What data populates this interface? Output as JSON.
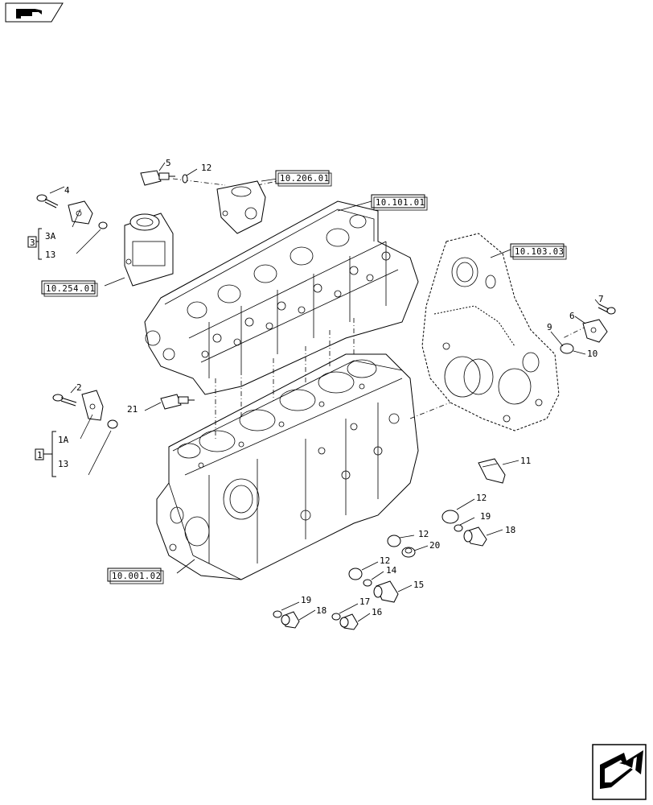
{
  "callouts": {
    "c2": "2",
    "c4": "4",
    "c5": "5",
    "c6": "6",
    "c7": "7",
    "c9": "9",
    "c10": "10",
    "c11": "11",
    "c12a": "12",
    "c12b": "12",
    "c12c": "12",
    "c12d": "12",
    "c13a": "13",
    "c13b": "13",
    "c14": "14",
    "c15": "15",
    "c16": "16",
    "c17": "17",
    "c18a": "18",
    "c18b": "18",
    "c19a": "19",
    "c19b": "19",
    "c20": "20",
    "c21": "21",
    "c1A": "1A",
    "c3A": "3A",
    "kit1": "1",
    "kit3": "3"
  },
  "references": {
    "r206": "10.206.01",
    "r101": "10.101.01",
    "r103": "10.103.03",
    "r254": "10.254.01",
    "r001": "10.001.02"
  },
  "icons": {
    "top_left": "book-hand-icon",
    "bottom_right": "next-page-arrow-icon"
  }
}
